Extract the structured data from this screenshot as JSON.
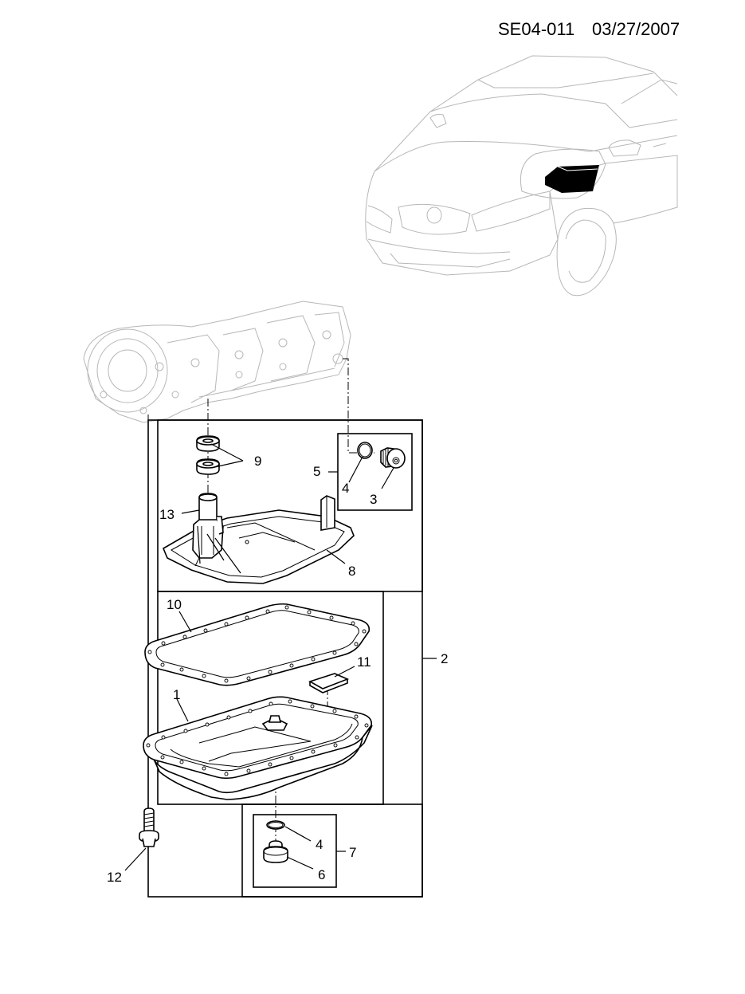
{
  "header": {
    "diagram_id": "SE04-011",
    "date": "03/27/2007"
  },
  "callouts": {
    "c1": "1",
    "c2": "2",
    "c3": "3",
    "c4a": "4",
    "c4b": "4",
    "c5": "5",
    "c6": "6",
    "c7": "7",
    "c8": "8",
    "c9": "9",
    "c10": "10",
    "c11": "11",
    "c12": "12",
    "c13": "13"
  },
  "colors": {
    "ink": "#000000",
    "ghost_line": "#b7b7b7",
    "highlight": "#000000",
    "background": "#ffffff"
  }
}
